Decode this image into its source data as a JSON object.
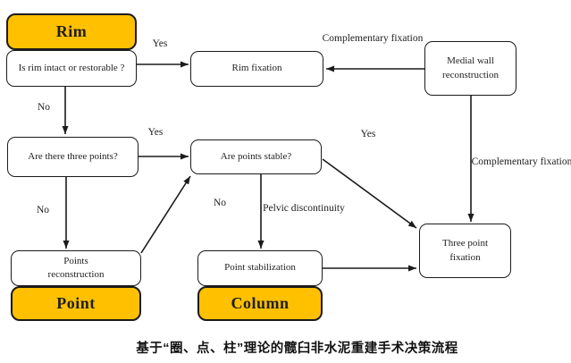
{
  "figure": {
    "caption": "基于“圈、点、柱”理论的髋臼非水泥重建手术决策流程",
    "colors": {
      "category_fill": "#FFC000",
      "border": "#1b1b1b",
      "node_fill": "#ffffff"
    },
    "nodes": {
      "rim_category": "Rim",
      "rim_question": "Is rim intact or restorable ?",
      "rim_fixation": "Rim fixation",
      "medial_wall_reconstruction": "Medial wall\nreconstruction",
      "three_points_question": "Are there three points?",
      "points_stable_question": "Are points stable?",
      "points_reconstruction": "Points\nreconstruction",
      "point_category": "Point",
      "point_stabilization": "Point stabilization",
      "column_category": "Column",
      "three_point_fixation": "Three point\nfixation"
    },
    "edge_labels": {
      "rim_yes": "Yes",
      "rim_no": "No",
      "three_points_yes": "Yes",
      "three_points_no": "No",
      "points_stable_yes": "Yes",
      "points_stable_no": "No",
      "pelvic_discontinuity": "Pelvic discontinuity",
      "complementary_fixation_top": "Complementary fixation",
      "complementary_fixation_right": "Complementary fixation"
    }
  }
}
